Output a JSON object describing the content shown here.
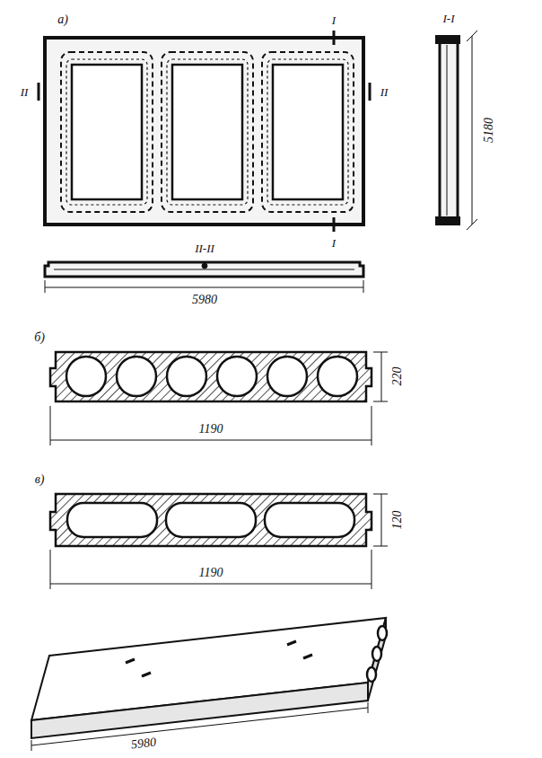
{
  "diagram": {
    "labels": [
      "а)",
      "I",
      "I-I",
      "II",
      "II",
      "5180",
      "II-II",
      "5980",
      "I",
      "б)",
      "220",
      "1190",
      "в)",
      "120",
      "1190",
      "5980"
    ]
  }
}
